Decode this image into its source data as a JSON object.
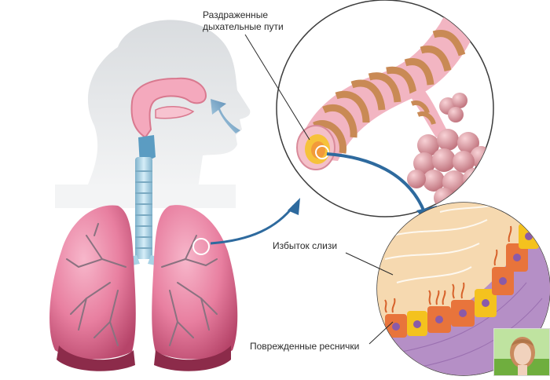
{
  "labels": {
    "irritated_line1": "Раздраженные",
    "irritated_line2": "дыхательные пути",
    "mucus": "Избыток слизи",
    "cilia": "Поврежденные реснички"
  },
  "colors": {
    "silhouette": "#c9ccd0",
    "lung": "#e87fa0",
    "lung_dark": "#b64469",
    "trachea": "#a9d3e6",
    "airway_band": "#c98a55",
    "airway_pink": "#f2b5c2",
    "alveoli": "#e4a3ac",
    "arrow_blue": "#2e6a9e",
    "mucus": "#f6d9b0",
    "cell_orange": "#e8743b",
    "cell_yellow": "#f4c21e",
    "tissue_purple": "#b58fc6"
  }
}
